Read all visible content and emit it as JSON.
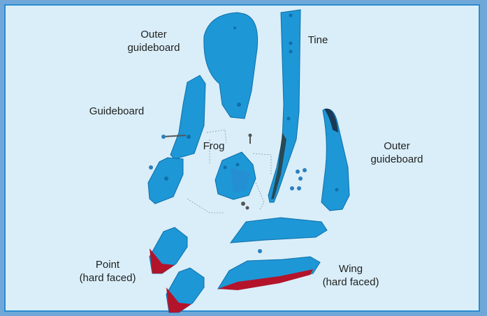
{
  "colors": {
    "background": "#d9eef9",
    "border": "#2a8ad0",
    "part_fill": "#1e97d6",
    "part_dark": "#0f6fa8",
    "hard_face": "#b3142a"
  },
  "labels": {
    "outer_guideboard_top": {
      "line1": "Outer",
      "line2": "guideboard"
    },
    "tine": "Tine",
    "guideboard": "Guideboard",
    "frog": "Frog",
    "outer_guideboard_right": {
      "line1": "Outer",
      "line2": "guideboard"
    },
    "point": {
      "line1": "Point",
      "line2": "(hard faced)"
    },
    "wing": {
      "line1": "Wing",
      "line2": "(hard faced)"
    }
  }
}
